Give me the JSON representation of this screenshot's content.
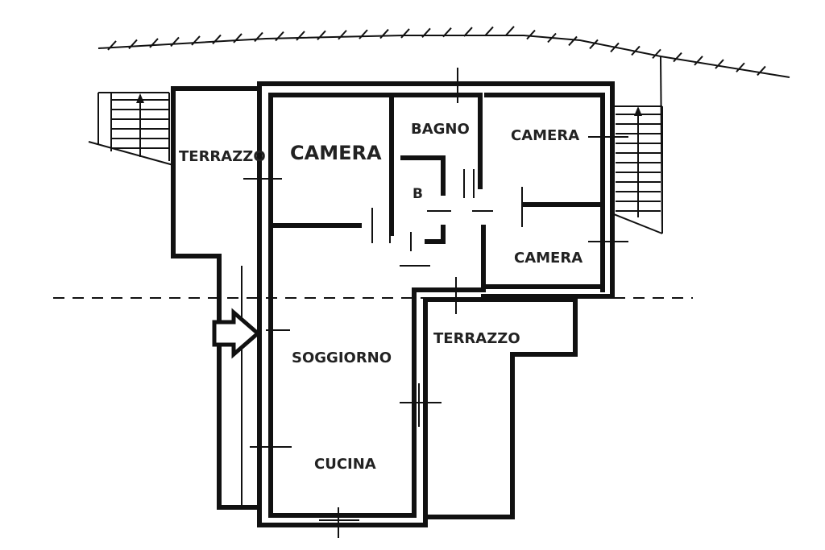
{
  "rooms": {
    "camera_main": "CAMERA",
    "terrazzo_left": "TERRAZZO",
    "bagno": "BAGNO",
    "bath_small": "B",
    "camera_top_right": "CAMERA",
    "camera_bottom_right": "CAMERA",
    "soggiorno": "SOGGIORNO",
    "cucina": "CUCINA",
    "terrazzo_right": "TERRAZZO"
  },
  "icons": {
    "entrance": "entrance-arrow-icon",
    "stairs": "stairs-icon",
    "hillside": "terrain-hatch-icon"
  },
  "colors": {
    "wall": "#111111",
    "background": "#ffffff"
  }
}
